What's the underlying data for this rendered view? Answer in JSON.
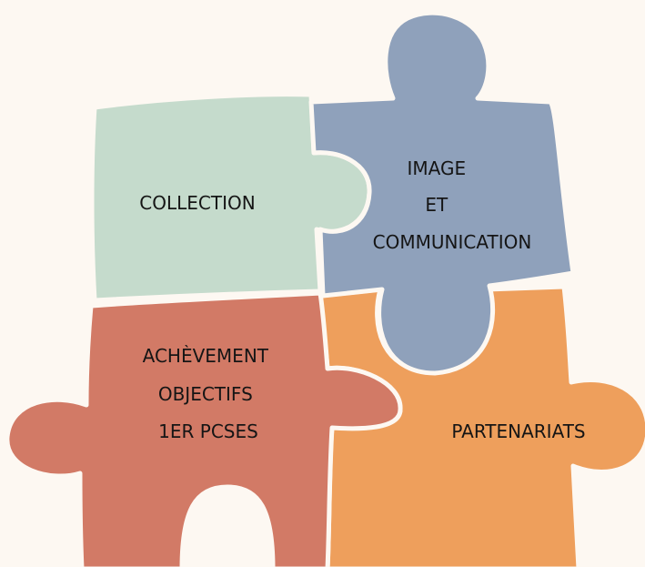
{
  "background_color": "#fdf8f2",
  "pieces": [
    {
      "id": "collection",
      "color": "#c5dbcc",
      "lines": [
        "COLLECTION"
      ]
    },
    {
      "id": "image",
      "color": "#8fa1bb",
      "lines": [
        "IMAGE",
        "ET",
        "COMMUNICATION"
      ]
    },
    {
      "id": "achievement",
      "color": "#d27a66",
      "lines": [
        "ACHÈVEMENT",
        "OBJECTIFS",
        "1ER PCSES"
      ]
    },
    {
      "id": "partnerships",
      "color": "#ee9f5c",
      "lines": [
        "PARTENARIATS"
      ]
    }
  ]
}
